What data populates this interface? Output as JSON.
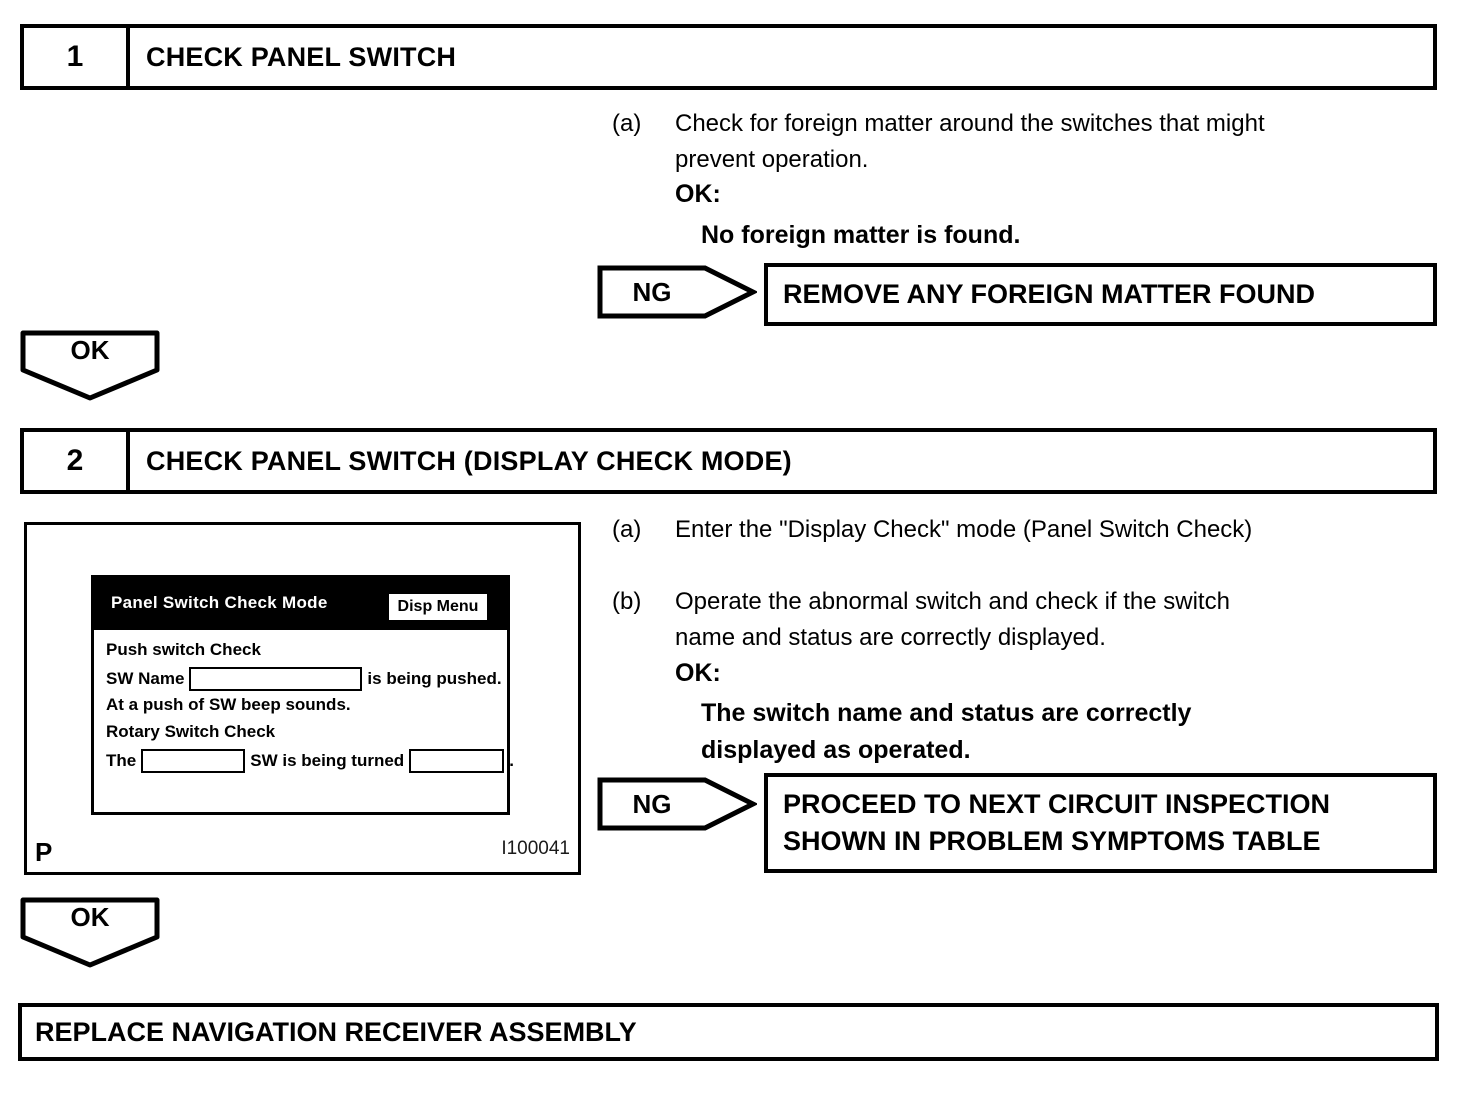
{
  "colors": {
    "ink": "#000000",
    "paper": "#ffffff",
    "screen_header_bg": "#000000",
    "screen_header_text": "#ffffff"
  },
  "flow": {
    "ok_label": "OK"
  },
  "step1": {
    "number": "1",
    "title": "CHECK PANEL SWITCH",
    "a_label": "(a)",
    "a_text": "Check for foreign matter around the switches that might\nprevent operation.",
    "ok_heading": "OK:",
    "ok_text": "No foreign matter is found.",
    "ng_label": "NG",
    "ng_action": "REMOVE ANY FOREIGN MATTER FOUND"
  },
  "step2": {
    "number": "2",
    "title": "CHECK PANEL SWITCH (DISPLAY CHECK MODE)",
    "a_label": "(a)",
    "a_text": "Enter the \"Display Check\" mode (Panel Switch Check)",
    "b_label": "(b)",
    "b_text": "Operate the abnormal switch and check if the switch\nname and status are correctly displayed.",
    "ok_heading": "OK:",
    "ok_text": "The switch name and status are correctly\ndisplayed as operated.",
    "ng_label": "NG",
    "ng_action": "PROCEED TO NEXT CIRCUIT INSPECTION\nSHOWN IN PROBLEM SYMPTOMS TABLE"
  },
  "illustration": {
    "screen_title": "Panel Switch Check Mode",
    "disp_menu_button": "Disp Menu",
    "push_check_heading": "Push switch Check",
    "sw_name_prefix": "SW Name",
    "sw_name_suffix": "is being pushed.",
    "beep_line": "At a push of SW beep sounds.",
    "rotary_heading": "Rotary Switch Check",
    "rotary_prefix": "The",
    "rotary_mid": "SW is being turned",
    "rotary_suffix": ".",
    "page_marker": "P",
    "figure_id": "I100041"
  },
  "final_action": "REPLACE NAVIGATION RECEIVER ASSEMBLY"
}
